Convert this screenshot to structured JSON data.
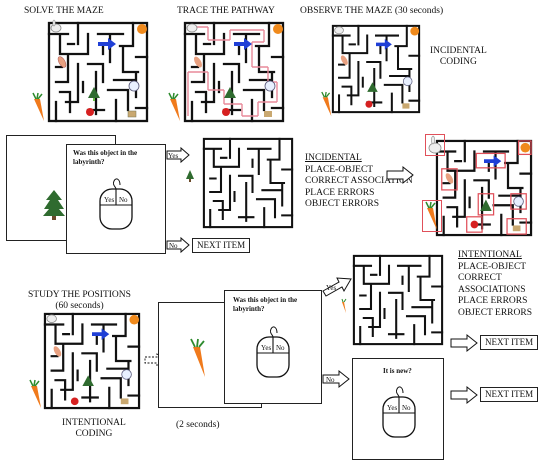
{
  "top_row": {
    "solve_label": "SOLVE THE MAZE",
    "trace_label": "TRACE THE PATHWAY",
    "observe_label": "OBSERVE THE MAZE (30 seconds)",
    "incidental_coding": [
      "INCIDENTAL",
      "CODING"
    ]
  },
  "incidental_test": {
    "question": [
      "Was this object in the",
      "labyrinth?"
    ],
    "yes_label": "Yes",
    "no_label": "No",
    "next_item": "NEXT ITEM",
    "scores_title": "INCIDENTAL",
    "scores": [
      "PLACE-OBJECT",
      "CORRECT ASSOCIATION",
      "PLACE ERRORS",
      "OBJECT ERRORS"
    ]
  },
  "intentional": {
    "study_label": [
      "STUDY THE POSITIONS",
      "(60 seconds)"
    ],
    "coding_label": [
      "INTENTIONAL",
      "CODING"
    ],
    "two_seconds": "(2 seconds)",
    "question": [
      "Was this object in the",
      "labyrinth?"
    ],
    "yes_label": "Yes",
    "no_label": "No",
    "new_question": "It is new?",
    "scores_title": "INTENTIONAL",
    "scores": [
      "PLACE-OBJECT",
      "CORRECT",
      "ASSOCIATIONS",
      "PLACE ERRORS",
      "OBJECT ERRORS"
    ],
    "next_item_1": "NEXT ITEM",
    "next_item_2": "NEXT ITEM"
  },
  "colors": {
    "blue_arrow": "#1f3fd6",
    "orange_dot": "#f08a1c",
    "carrot": "#f07a1c",
    "leaf": "#2e8b2e",
    "tree": "#2f6b2f",
    "red_box": "#e0505a",
    "trace_path": "#e88a9a"
  }
}
